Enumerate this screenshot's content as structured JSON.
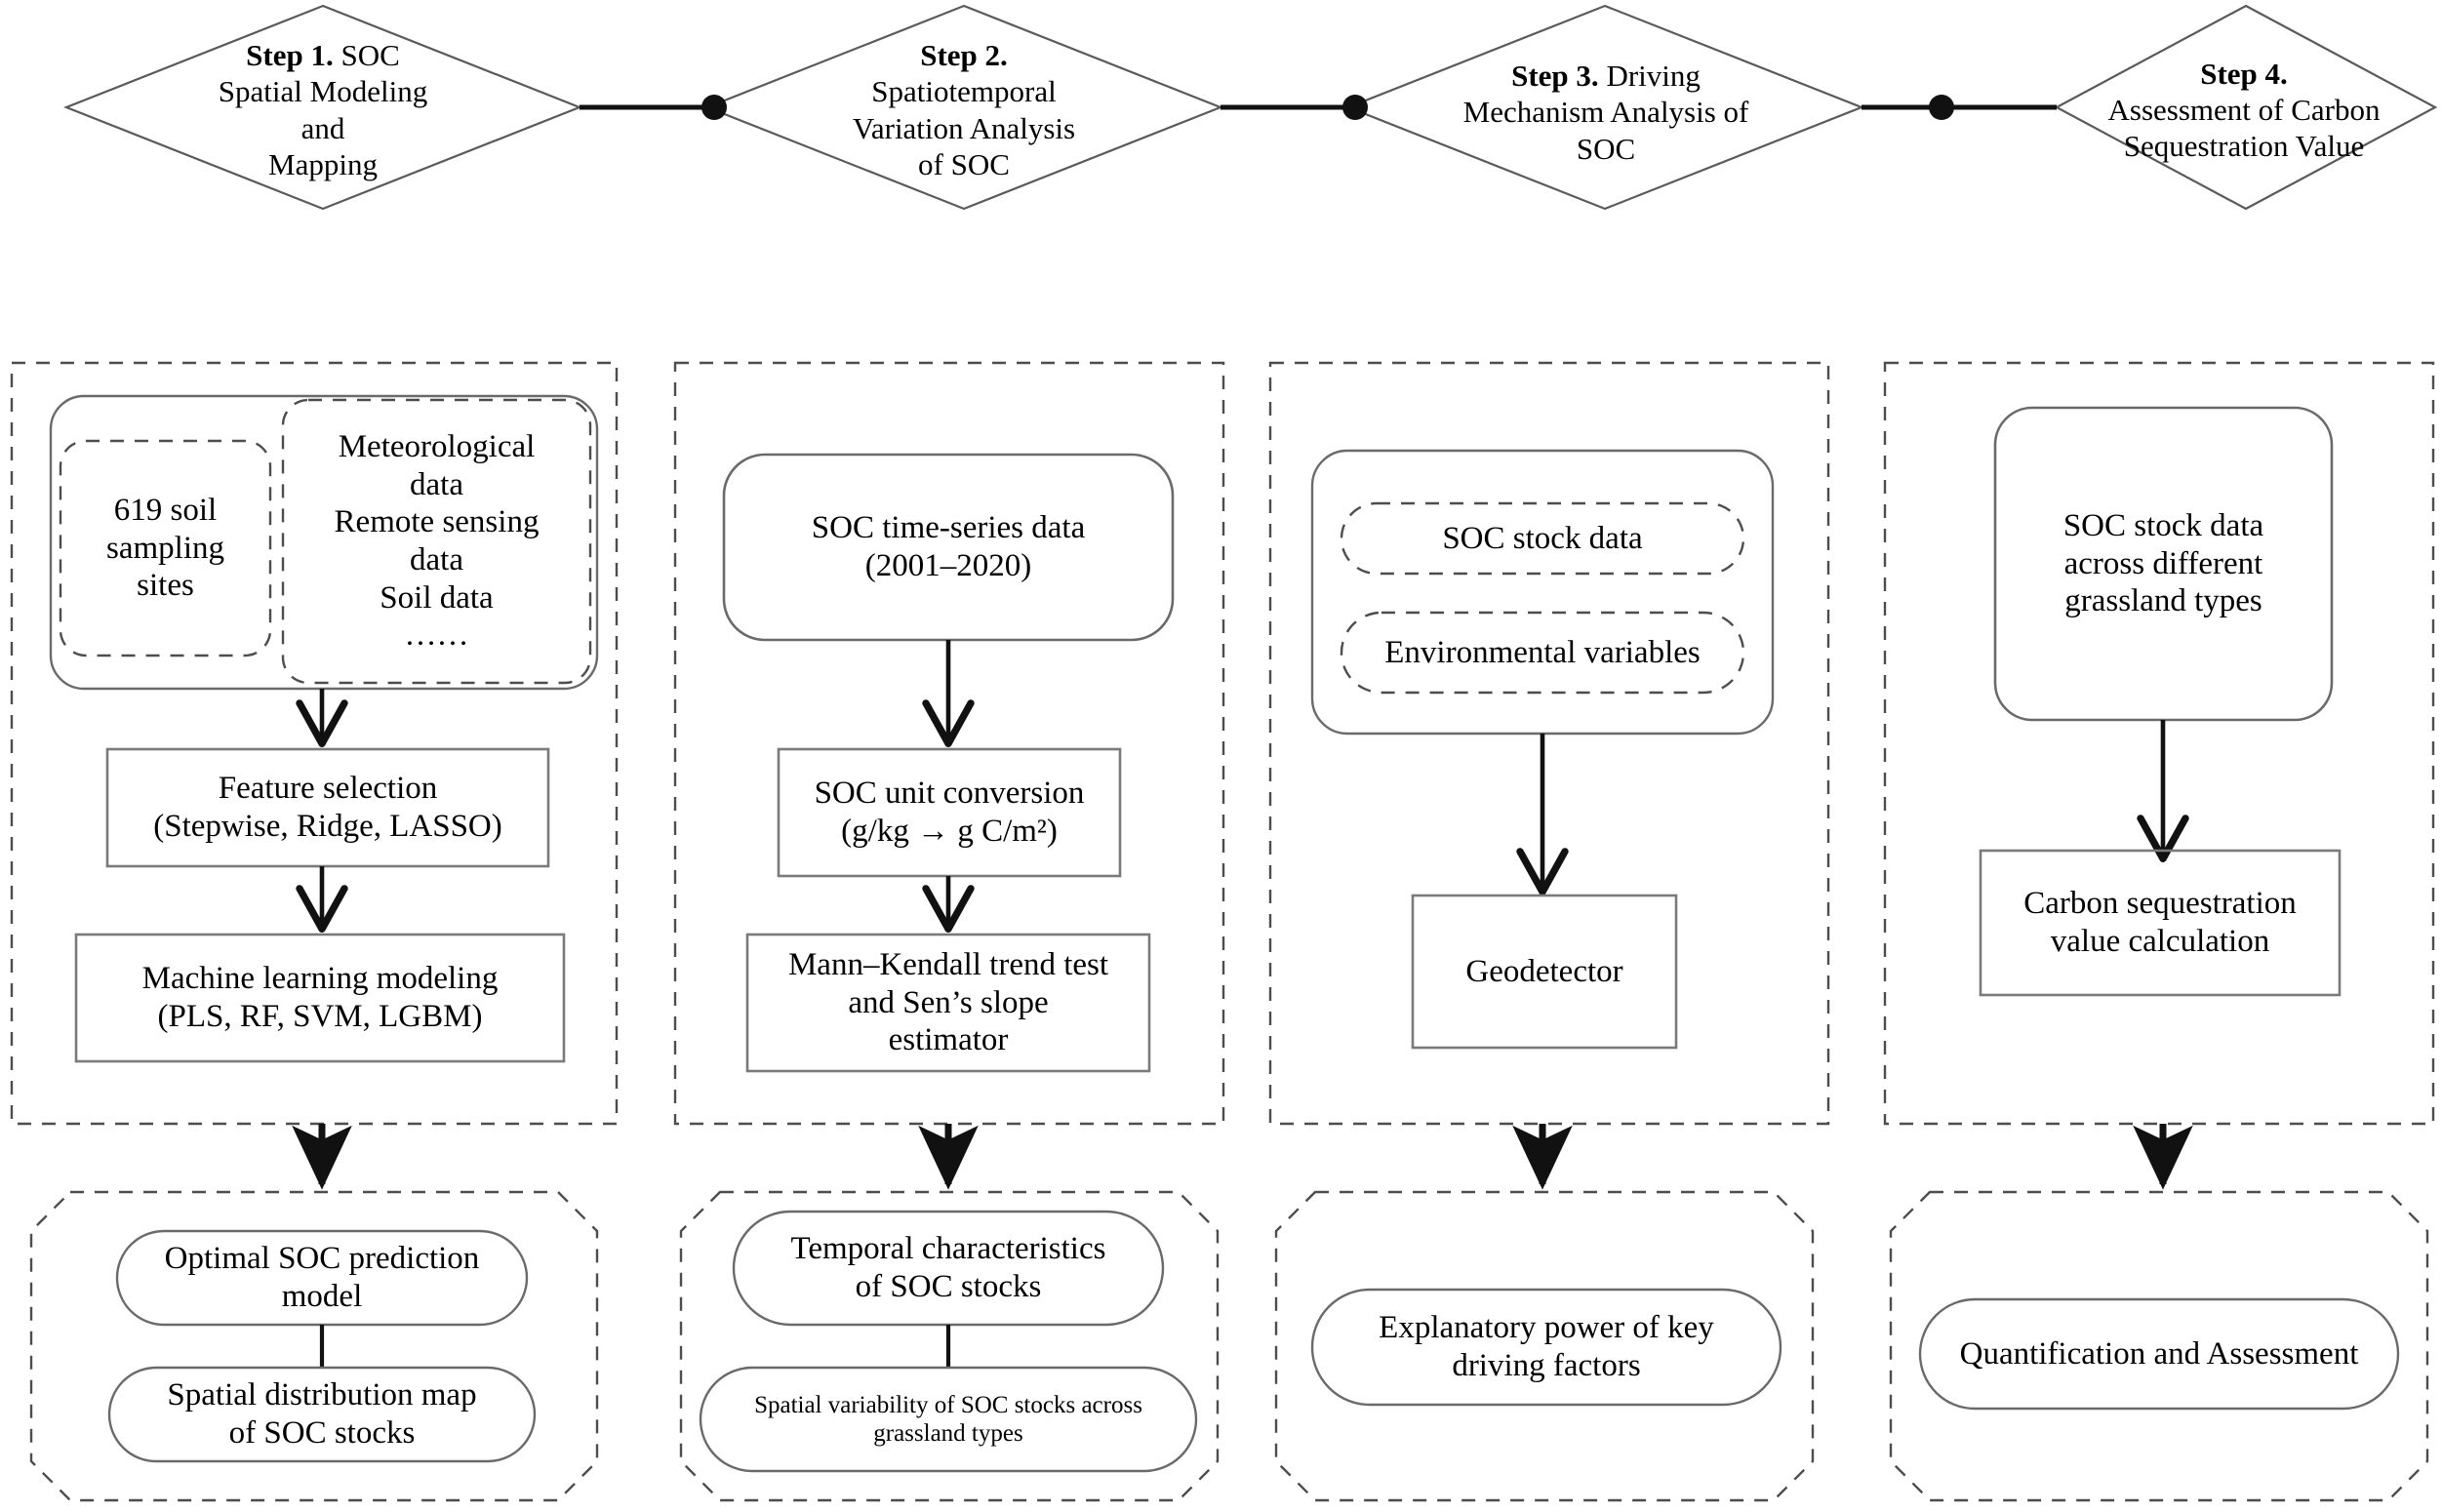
{
  "figure": {
    "title": "SOC research workflow",
    "colors": {
      "stroke_dark": "#000000",
      "stroke_gray": "#808080",
      "stroke_dashed": "#555555",
      "background": "#ffffff"
    }
  },
  "steps": [
    {
      "id": "step-1",
      "label_bold": "Step 1.",
      "label_rest": " SOC\nSpatial Modeling\nand\nMapping"
    },
    {
      "id": "step-2",
      "label_bold": "Step 2.",
      "label_rest": "\nSpatiotemporal\nVariation Analysis\nof SOC"
    },
    {
      "id": "step-3",
      "label_bold": "Step 3.",
      "label_rest": " Driving\nMechanism Analysis of\nSOC"
    },
    {
      "id": "step-4",
      "label_bold": "Step 4.",
      "label_rest": "\nAssessment of Carbon\nSequestration Value"
    }
  ],
  "columns": [
    {
      "id": "column-1",
      "inputs": {
        "left": "619 soil\nsampling\nsites",
        "right": "Meteorological\ndata\nRemote sensing\ndata\nSoil data\n……"
      },
      "processes": [
        "Feature selection\n(Stepwise, Ridge, LASSO)",
        "Machine learning modeling\n(PLS, RF, SVM, LGBM)"
      ],
      "outputs": [
        "Optimal SOC prediction\nmodel",
        "Spatial distribution map\nof SOC stocks"
      ]
    },
    {
      "id": "column-2",
      "inputs": {
        "main": "SOC time-series data\n(2001–2020)"
      },
      "processes": [
        "SOC unit conversion\n(g/kg → g C/m²)",
        "Mann–Kendall trend test\nand Sen’s slope\nestimator"
      ],
      "outputs": [
        "Temporal characteristics\nof SOC stocks",
        "Spatial variability of SOC stocks across\ngrassland types"
      ]
    },
    {
      "id": "column-3",
      "inputs": {
        "item_1": "SOC stock data",
        "item_2": "Environmental variables"
      },
      "processes": [
        "Geodetector"
      ],
      "outputs": [
        "Explanatory power of key\ndriving factors"
      ]
    },
    {
      "id": "column-4",
      "inputs": {
        "main": "SOC stock data\nacross different\ngrassland types"
      },
      "processes": [
        "Carbon sequestration\nvalue calculation"
      ],
      "outputs": [
        "Quantification and Assessment"
      ]
    }
  ]
}
